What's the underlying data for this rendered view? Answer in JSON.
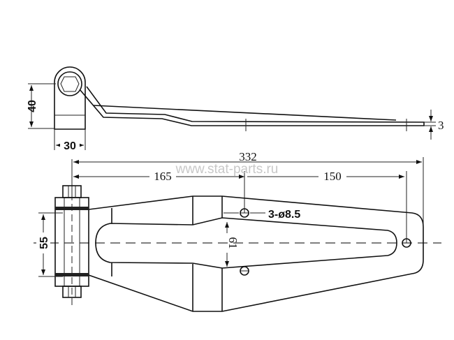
{
  "drawing": {
    "side_view": {
      "height_dim": "40",
      "width_dim": "30",
      "thickness_dim": "3"
    },
    "plan_view": {
      "overall_length_dim": "332",
      "hole_offset_dim": "165",
      "hole_spacing_dim": "150",
      "pin_length_dim": "55",
      "hole_vertical_dim": "61",
      "holes_label": "3-ø8.5"
    },
    "watermark": "www.stat-parts.ru"
  }
}
